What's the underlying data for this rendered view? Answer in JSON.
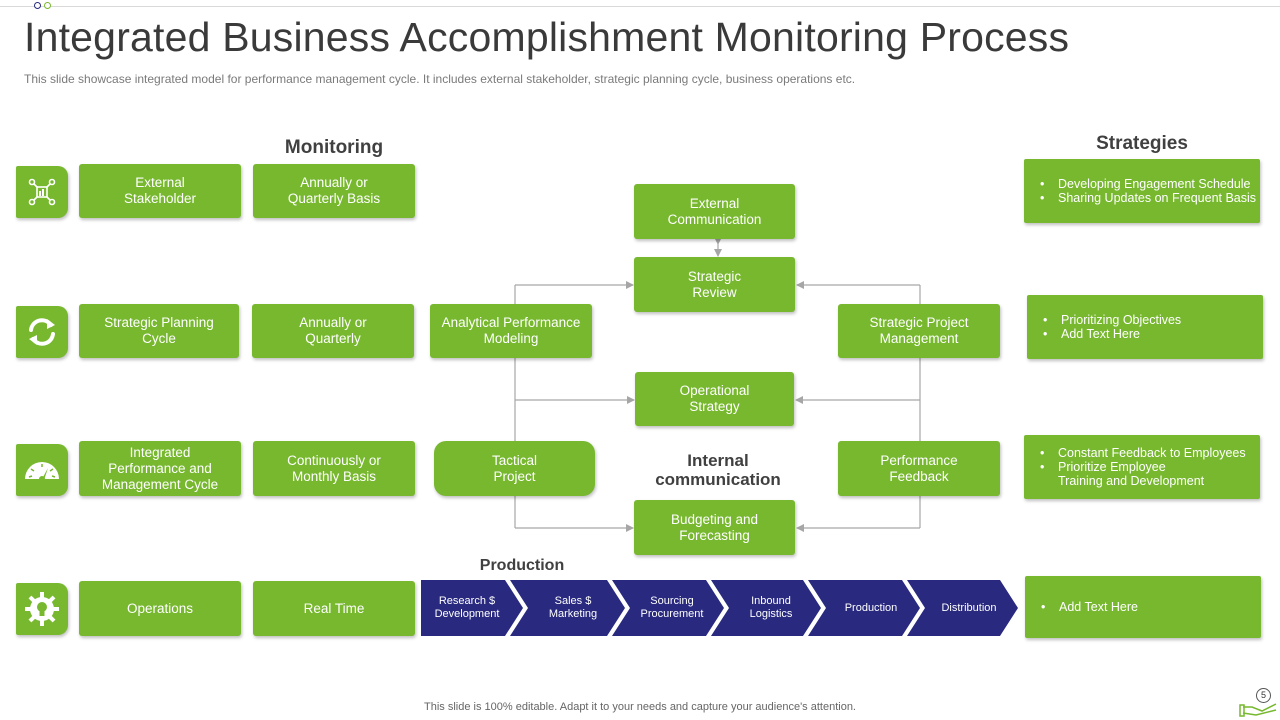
{
  "title": "Integrated Business Accomplishment Monitoring Process",
  "subtitle": "This slide showcase integrated model for performance management cycle. It includes external stakeholder, strategic planning cycle, business operations etc.",
  "headings": {
    "monitoring": "Monitoring",
    "strategies": "Strategies",
    "internal_communication": "Internal\ncommunication",
    "production": "Production"
  },
  "rows": [
    {
      "icon": "stakeholder-network-icon",
      "label": "External\nStakeholder",
      "frequency": "Annually or\nQuarterly Basis"
    },
    {
      "icon": "refresh-cycle-icon",
      "label": "Strategic Planning\nCycle",
      "frequency": "Annually or\nQuarterly"
    },
    {
      "icon": "speedometer-icon",
      "label": "Integrated\nPerformance and\nManagement Cycle",
      "frequency": "Continuously or\nMonthly Basis"
    },
    {
      "icon": "gear-lightbulb-icon",
      "label": "Operations",
      "frequency": "Real Time"
    }
  ],
  "nodes": {
    "external_communication": "External\nCommunication",
    "strategic_review": "Strategic\nReview",
    "analytical_modeling": "Analytical Performance\nModeling",
    "strategic_project_management": "Strategic Project\nManagement",
    "operational_strategy": "Operational\nStrategy",
    "tactical_project": "Tactical\nProject",
    "performance_feedback": "Performance\nFeedback",
    "budgeting_forecasting": "Budgeting and\nForecasting"
  },
  "production_steps": [
    "Research $\nDevelopment",
    "Sales $\nMarketing",
    "Sourcing\nProcurement",
    "Inbound\nLogistics",
    "Production",
    "Distribution"
  ],
  "strategies": [
    [
      "Developing Engagement Schedule",
      "Sharing Updates on Frequent Basis"
    ],
    [
      "Prioritizing Objectives",
      "Add Text Here"
    ],
    [
      "Constant Feedback to Employees",
      "Prioritize Employee\nTraining and Development"
    ],
    [
      "Add Text Here"
    ]
  ],
  "footer": "This slide is 100% editable. Adapt it to your needs and capture your audience's attention.",
  "page_number": "5",
  "colors": {
    "green": "#77b82f",
    "navy": "#28297f",
    "connector": "#a6a6a6",
    "text_dark": "#3a3a3a"
  }
}
